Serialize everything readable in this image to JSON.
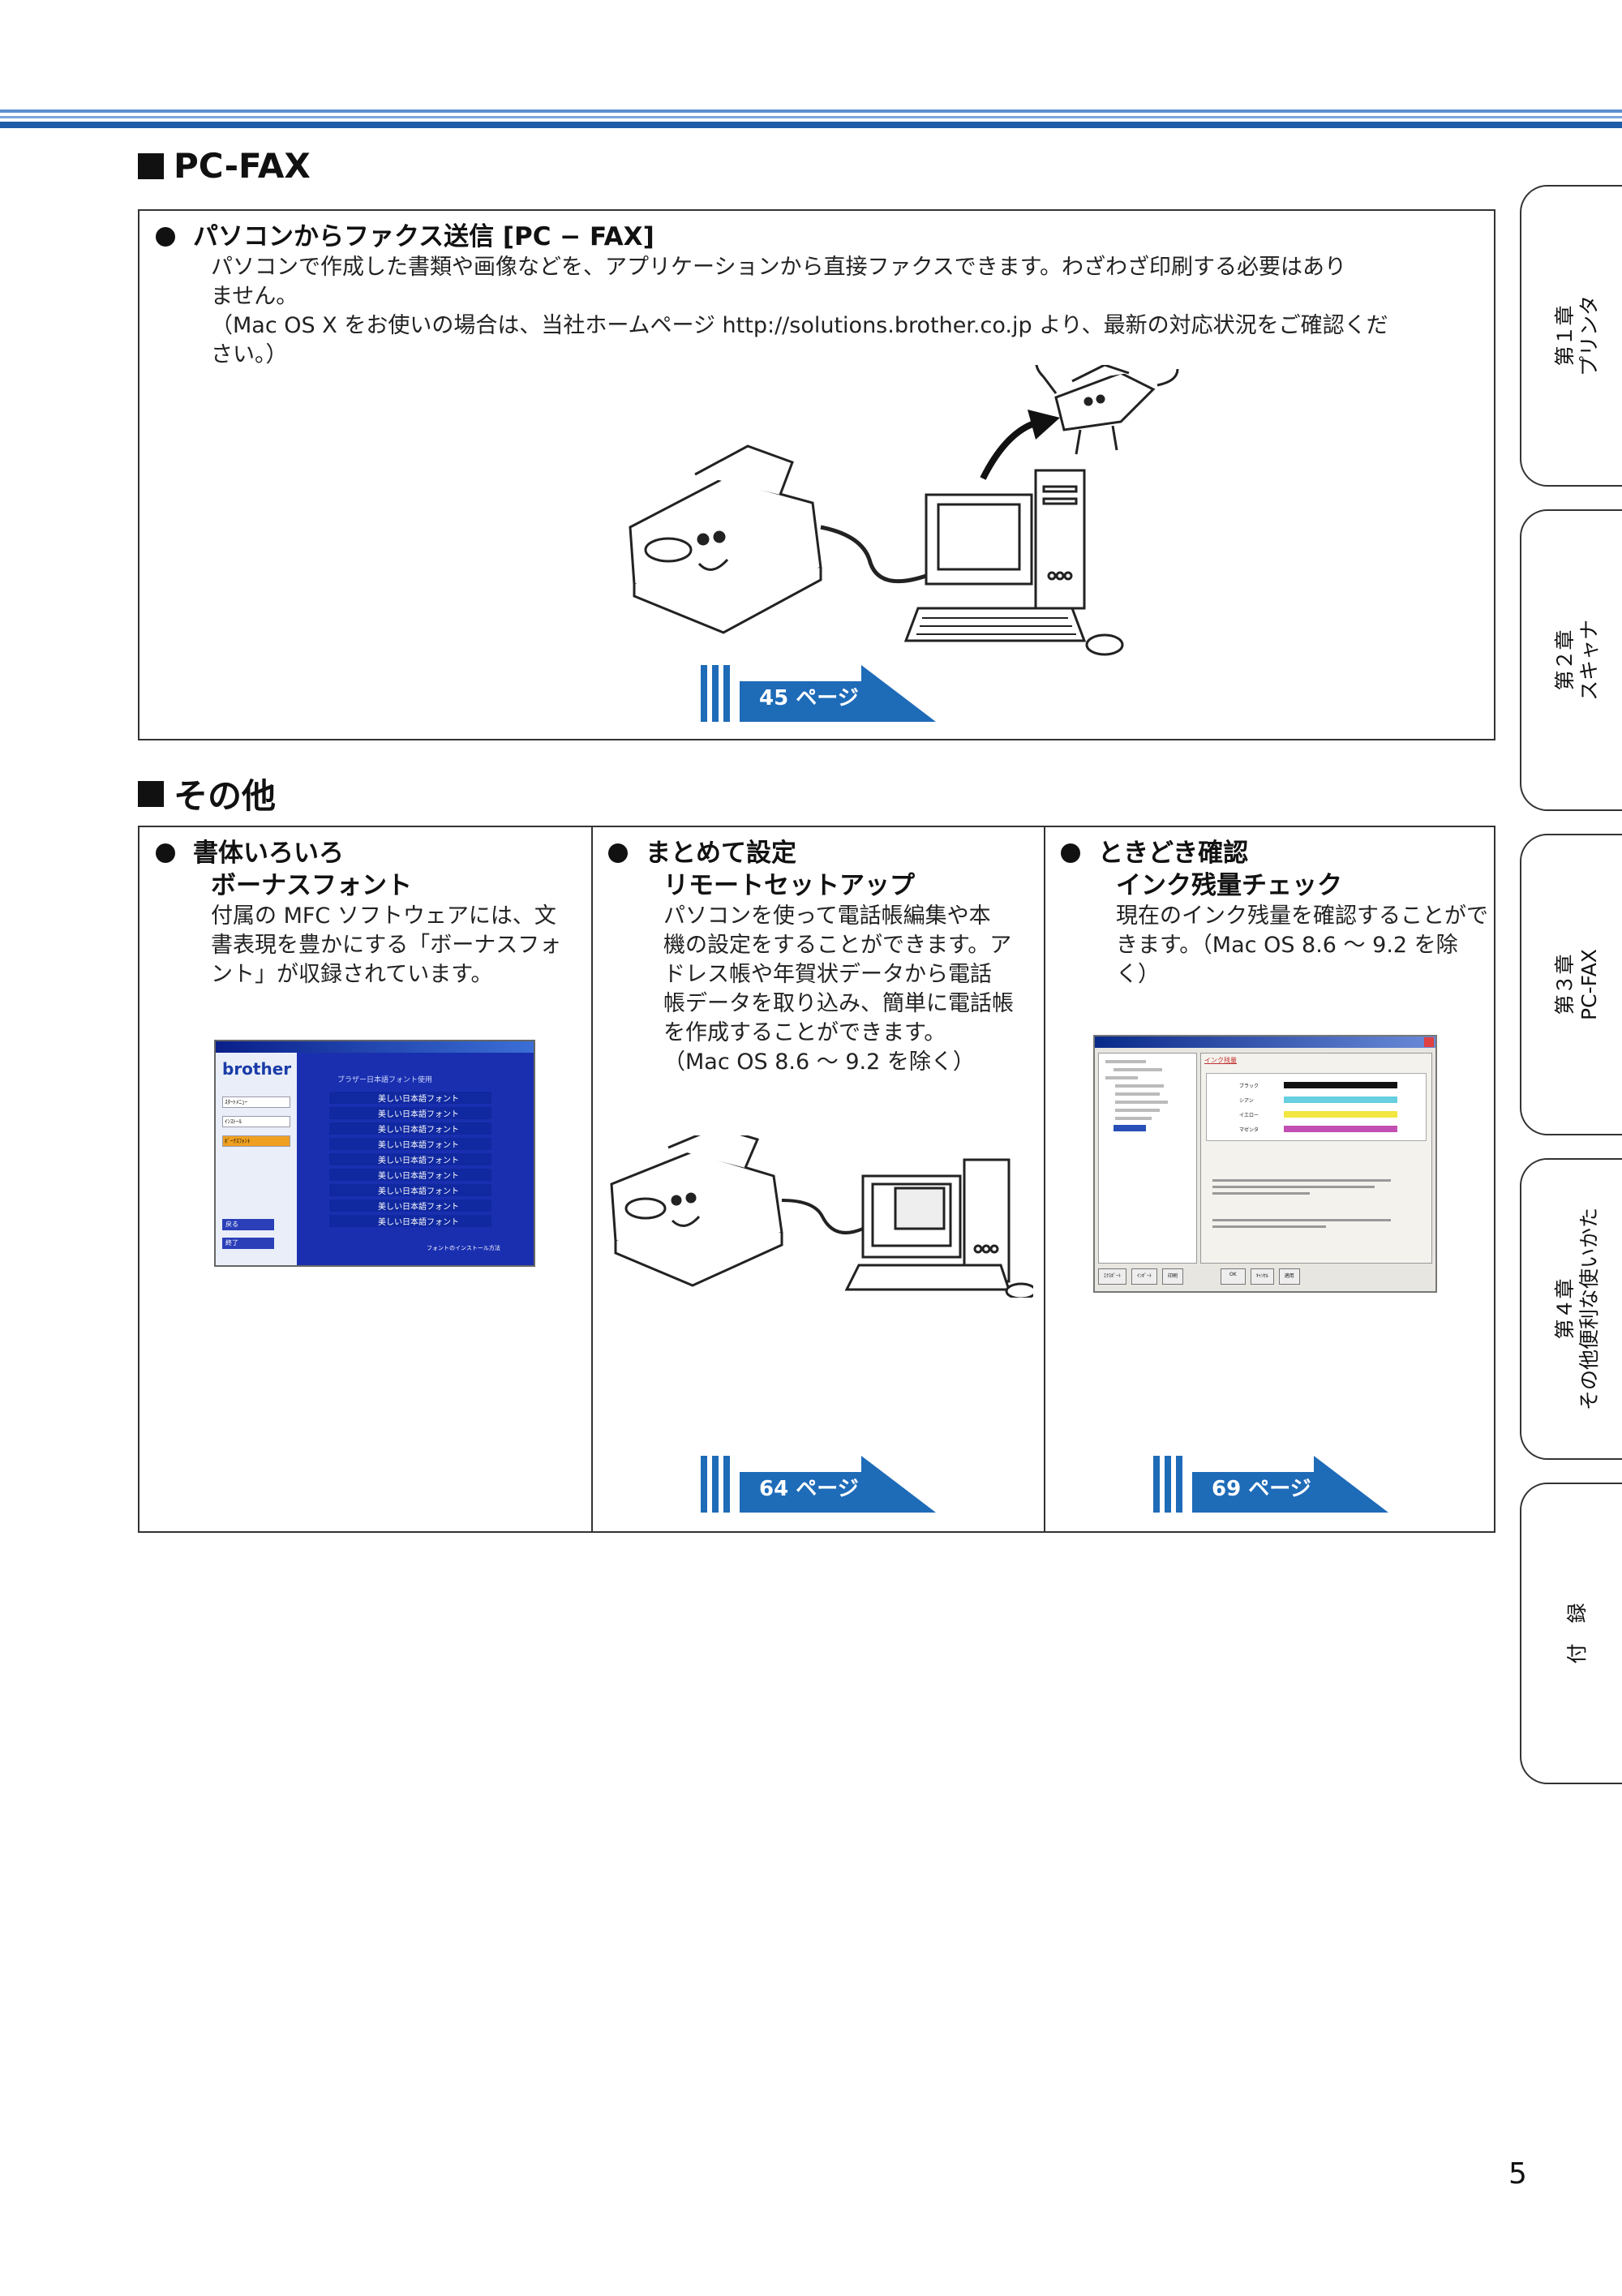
{
  "pcfax_section": {
    "title": "PC-FAX",
    "item": {
      "title": "パソコンからファクス送信 [PC − FAX]",
      "body_lines": [
        "パソコンで作成した書類や画像などを、アプリケーションから直接ファクスできます。わざわざ印刷する必要はあり",
        "ません。",
        "（Mac OS X をお使いの場合は、当社ホームページ http://solutions.brother.co.jp より、最新の対応状況をご確認くだ",
        "さい。）"
      ],
      "page_ref": "45 ページ"
    }
  },
  "other_section": {
    "title": "その他",
    "items": [
      {
        "title": "書体いろいろ",
        "subtitle": "ボーナスフォント",
        "body_lines": [
          "付属の MFC ソフトウェアには、文",
          "書表現を豊かにする「ボーナスフォ",
          "ント」が収録されています。"
        ]
      },
      {
        "title": "まとめて設定",
        "subtitle": "リモートセットアップ",
        "body_lines": [
          "パソコンを使って電話帳編集や本",
          "機の設定をすることができます。ア",
          "ドレス帳や年賀状データから電話",
          "帳データを取り込み、簡単に電話帳",
          "を作成することができます。",
          "（Mac OS 8.6 〜 9.2 を除く）"
        ],
        "page_ref": "64 ページ"
      },
      {
        "title": "ときどき確認",
        "subtitle": "インク残量チェック",
        "body_lines": [
          "現在のインク残量を確認することがで",
          "きます。（Mac OS 8.6 〜 9.2 を除く）"
        ],
        "page_ref": "69 ページ"
      }
    ]
  },
  "font_screenshot": {
    "logo": "brother",
    "banner": "ブラザー日本語フォント使用",
    "menu": [
      "ｽﾀｰﾄﾒﾆｭｰ",
      "ｲﾝｽﾄｰﾙ",
      "ﾎﾞｰﾅｽﾌｫﾝﾄ"
    ],
    "rows": [
      "美しい日本語フォント",
      "美しい日本語フォント",
      "美しい日本語フォント",
      "美しい日本語フォント",
      "美しい日本語フォント",
      "美しい日本語フォント",
      "美しい日本語フォント",
      "美しい日本語フォント",
      "美しい日本語フォント"
    ],
    "back": "戻る",
    "exit": "終了",
    "install": "フォントのインストール方法"
  },
  "ink_screenshot": {
    "title": "インク残量",
    "labels": [
      "ブラック",
      "シアン",
      "イエロー",
      "マゼンタ"
    ],
    "colors": [
      "#111111",
      "#66cfe0",
      "#f2e640",
      "#c24fb3"
    ],
    "buttons": [
      "ｴｸｽﾎﾟｰﾄ",
      "ｲﾝﾎﾟｰﾄ",
      "印刷",
      "OK",
      "ｷｬﾝｾﾙ",
      "適用"
    ]
  },
  "side_tabs": [
    {
      "lines": [
        "第１章",
        "プリンタ"
      ]
    },
    {
      "lines": [
        "第２章",
        "スキャナ"
      ]
    },
    {
      "lines": [
        "第３章",
        "PC-FAX"
      ]
    },
    {
      "lines": [
        "第４章",
        "その他便利な使いかた"
      ]
    },
    {
      "lines": [
        "付　録"
      ]
    }
  ],
  "page_number": "5"
}
